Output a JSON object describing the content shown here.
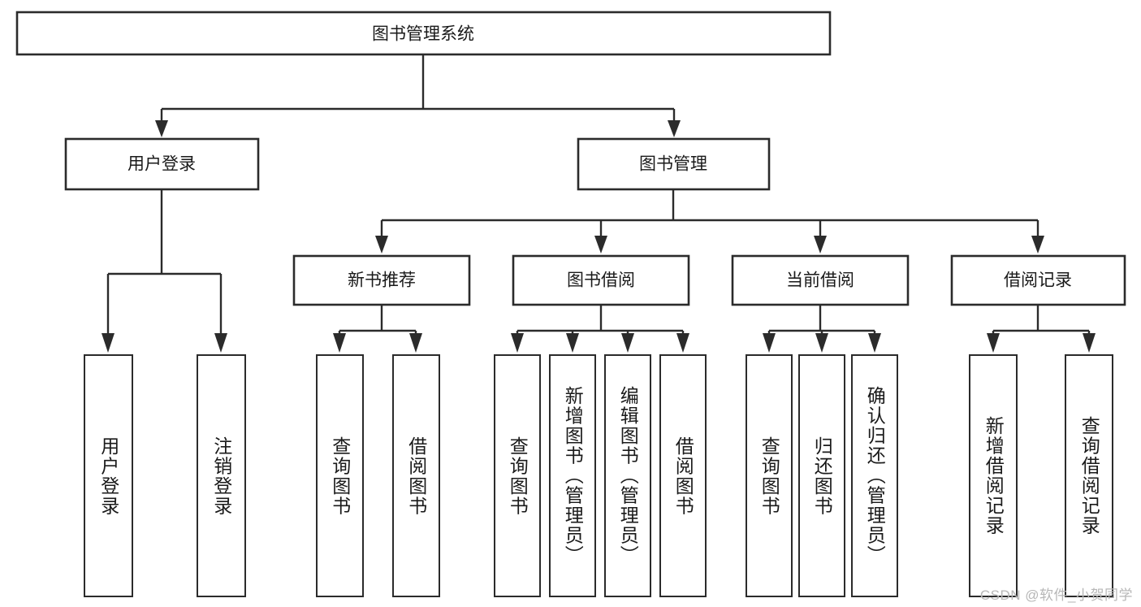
{
  "diagram": {
    "type": "tree",
    "title": "图书管理系统",
    "watermark": "CSDN @软件_小贺同学",
    "colors": {
      "stroke": "#2b2b2b",
      "fill": "#ffffff",
      "text": "#1a1a1a",
      "watermark": "#b7b7b7"
    },
    "root": {
      "label": "图书管理系统"
    },
    "level2": [
      {
        "label": "用户登录"
      },
      {
        "label": "图书管理"
      }
    ],
    "level3": [
      {
        "label": "新书推荐"
      },
      {
        "label": "图书借阅"
      },
      {
        "label": "当前借阅"
      },
      {
        "label": "借阅记录"
      }
    ],
    "leaves": {
      "user_login": [
        {
          "label": "用户登录"
        },
        {
          "label": "注销登录"
        }
      ],
      "new_book_recommend": [
        {
          "label": "查询图书"
        },
        {
          "label": "借阅图书"
        }
      ],
      "book_borrow": [
        {
          "label": "查询图书"
        },
        {
          "label": "新增图书（管理员）"
        },
        {
          "label": "编辑图书（管理员）"
        },
        {
          "label": "借阅图书"
        }
      ],
      "current_borrow": [
        {
          "label": "查询图书"
        },
        {
          "label": "归还图书"
        },
        {
          "label": "确认归还（管理员）"
        }
      ],
      "borrow_record": [
        {
          "label": "新增借阅记录"
        },
        {
          "label": "查询借阅记录"
        }
      ]
    }
  }
}
